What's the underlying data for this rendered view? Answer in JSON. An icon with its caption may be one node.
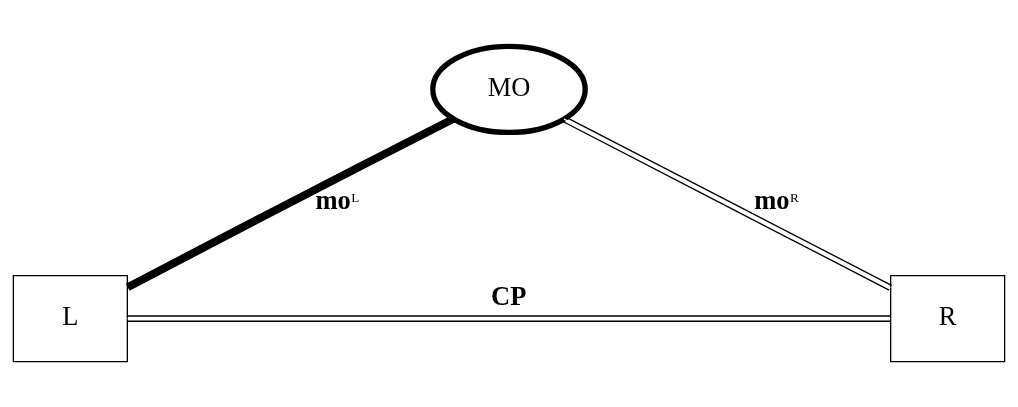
{
  "diagram": {
    "nodes": [
      {
        "text": [
          "MO"
        ]
      },
      {
        "text": [
          "L"
        ]
      },
      {
        "text": [
          "R"
        ]
      }
    ],
    "edges": [
      {
        "from": 0,
        "to": 1,
        "arrow": "none",
        "label": "mo$^{L}$",
        "style": "thick"
      },
      {
        "from": 0,
        "to": 2,
        "arrow": "none",
        "label": "mo$^{R}$"
      },
      {
        "from": 1,
        "to": 2,
        "arrow": "none",
        "label": "CP"
      }
    ]
  }
}
